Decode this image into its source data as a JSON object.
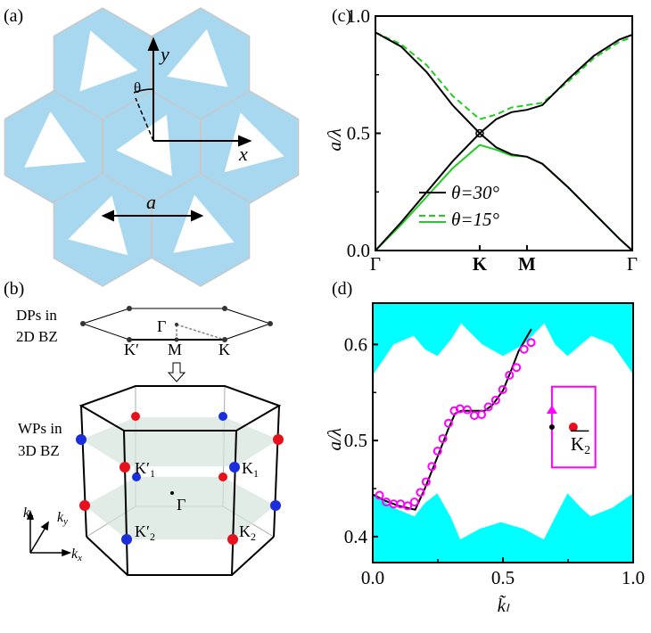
{
  "panel_labels": {
    "a": "(a)",
    "b": "(b)",
    "c": "(c)",
    "d": "(d)"
  },
  "panel_a": {
    "y_axis": "y",
    "x_axis": "x",
    "angle": "θ",
    "lattice_constant": "a",
    "hex_color": "#a8d8f0",
    "hex_edge": "#c8c8c8"
  },
  "panel_b": {
    "dp_line1": "DPs in",
    "dp_line2": "2D BZ",
    "wp_line1": "WPs in",
    "wp_line2": "3D BZ",
    "gamma": "Γ",
    "kprime": "K′",
    "m": "M",
    "k": "K",
    "k1prime": "K′",
    "k1prime_sub": "1",
    "k1": "K",
    "k1_sub": "1",
    "k2prime": "K′",
    "k2prime_sub": "2",
    "k2": "K",
    "k2_sub": "2",
    "gamma3d": "Γ",
    "kz": "k",
    "kz_sub": "z",
    "ky": "k",
    "ky_sub": "y",
    "kx": "k",
    "kx_sub": "x",
    "red": "#e8101a",
    "blue": "#1a2ee0"
  },
  "chart_data": [
    {
      "type": "line",
      "ylabel": "a/λ",
      "ylim": [
        0,
        1
      ],
      "yticks": [
        "0.0",
        "0.5",
        "1.0"
      ],
      "ytick_values": [
        0,
        0.5,
        1
      ],
      "xticks": [
        "Γ",
        "K",
        "M",
        "Γ"
      ],
      "xtick_values": [
        0,
        0.406,
        0.59,
        1
      ],
      "xlim": [
        0,
        1
      ],
      "legend": {
        "position": "bottom-center",
        "entries": [
          "θ=30°",
          "θ=15°"
        ]
      },
      "series": [
        {
          "name": "θ=30°",
          "color": "#000000",
          "style": "solid",
          "upper": [
            [
              0,
              0.93
            ],
            [
              0.1,
              0.87
            ],
            [
              0.2,
              0.76
            ],
            [
              0.3,
              0.62
            ],
            [
              0.406,
              0.5
            ],
            [
              0.47,
              0.56
            ],
            [
              0.53,
              0.59
            ],
            [
              0.59,
              0.6
            ],
            [
              0.65,
              0.62
            ],
            [
              0.75,
              0.73
            ],
            [
              0.85,
              0.83
            ],
            [
              0.95,
              0.9
            ],
            [
              1,
              0.92
            ]
          ],
          "lower": [
            [
              0,
              0
            ],
            [
              0.1,
              0.12
            ],
            [
              0.2,
              0.25
            ],
            [
              0.3,
              0.38
            ],
            [
              0.406,
              0.5
            ],
            [
              0.47,
              0.44
            ],
            [
              0.53,
              0.41
            ],
            [
              0.59,
              0.4
            ],
            [
              0.65,
              0.37
            ],
            [
              0.75,
              0.27
            ],
            [
              0.85,
              0.16
            ],
            [
              0.95,
              0.05
            ],
            [
              1,
              0
            ]
          ]
        },
        {
          "name": "θ=15°",
          "color": "#22cc22",
          "style": "mixed",
          "upper": [
            [
              0,
              0.93
            ],
            [
              0.1,
              0.88
            ],
            [
              0.2,
              0.79
            ],
            [
              0.3,
              0.66
            ],
            [
              0.406,
              0.56
            ],
            [
              0.47,
              0.58
            ],
            [
              0.53,
              0.61
            ],
            [
              0.59,
              0.62
            ],
            [
              0.65,
              0.63
            ],
            [
              0.75,
              0.72
            ],
            [
              0.85,
              0.82
            ],
            [
              0.95,
              0.89
            ],
            [
              1,
              0.91
            ]
          ],
          "lower": [
            [
              0,
              0
            ],
            [
              0.1,
              0.11
            ],
            [
              0.2,
              0.23
            ],
            [
              0.3,
              0.35
            ],
            [
              0.406,
              0.45
            ],
            [
              0.47,
              0.43
            ],
            [
              0.53,
              0.405
            ],
            [
              0.59,
              0.4
            ],
            [
              0.65,
              0.37
            ],
            [
              0.75,
              0.27
            ],
            [
              0.85,
              0.16
            ],
            [
              0.95,
              0.05
            ],
            [
              1,
              0
            ]
          ]
        }
      ],
      "dirac_point": [
        0.406,
        0.5
      ]
    },
    {
      "type": "line",
      "ylabel": "a/λ",
      "xlabel": "k̃ₗ",
      "xlim": [
        0,
        1
      ],
      "ylim": [
        0.373,
        0.643
      ],
      "xticks": [
        "0.0",
        "0.5",
        "1.0"
      ],
      "xtick_values": [
        0,
        0.5,
        1
      ],
      "yticks": [
        "0.4",
        "0.5",
        "0.6"
      ],
      "ytick_values": [
        0.4,
        0.5,
        0.6
      ],
      "band_color": "#00ffff",
      "upper_band_edge": [
        [
          0,
          0.568
        ],
        [
          0.08,
          0.6
        ],
        [
          0.157,
          0.609
        ],
        [
          0.2,
          0.595
        ],
        [
          0.248,
          0.588
        ],
        [
          0.3,
          0.605
        ],
        [
          0.339,
          0.622
        ],
        [
          0.42,
          0.6
        ],
        [
          0.5,
          0.588
        ],
        [
          0.58,
          0.6
        ],
        [
          0.659,
          0.622
        ],
        [
          0.7,
          0.6
        ],
        [
          0.748,
          0.588
        ],
        [
          0.8,
          0.6
        ],
        [
          0.839,
          0.609
        ],
        [
          0.92,
          0.6
        ],
        [
          1,
          0.569
        ]
      ],
      "lower_band_edge": [
        [
          0,
          0.445
        ],
        [
          0.08,
          0.43
        ],
        [
          0.16,
          0.421
        ],
        [
          0.2,
          0.435
        ],
        [
          0.248,
          0.445
        ],
        [
          0.3,
          0.42
        ],
        [
          0.336,
          0.397
        ],
        [
          0.41,
          0.408
        ],
        [
          0.492,
          0.415
        ],
        [
          0.58,
          0.408
        ],
        [
          0.657,
          0.397
        ],
        [
          0.7,
          0.42
        ],
        [
          0.748,
          0.445
        ],
        [
          0.8,
          0.43
        ],
        [
          0.836,
          0.421
        ],
        [
          0.92,
          0.43
        ],
        [
          1,
          0.445
        ]
      ],
      "surface_state_line": [
        [
          0,
          0.444
        ],
        [
          0.05,
          0.437
        ],
        [
          0.1,
          0.432
        ],
        [
          0.163,
          0.428
        ],
        [
          0.2,
          0.45
        ],
        [
          0.25,
          0.484
        ],
        [
          0.29,
          0.512
        ],
        [
          0.316,
          0.528
        ],
        [
          0.34,
          0.531
        ],
        [
          0.43,
          0.531
        ],
        [
          0.46,
          0.537
        ],
        [
          0.5,
          0.552
        ],
        [
          0.53,
          0.572
        ],
        [
          0.56,
          0.593
        ],
        [
          0.609,
          0.616
        ]
      ],
      "measured_points": [
        [
          0.026,
          0.443
        ],
        [
          0.052,
          0.436
        ],
        [
          0.08,
          0.434
        ],
        [
          0.107,
          0.434
        ],
        [
          0.134,
          0.432
        ],
        [
          0.16,
          0.436
        ],
        [
          0.183,
          0.446
        ],
        [
          0.205,
          0.457
        ],
        [
          0.227,
          0.473
        ],
        [
          0.249,
          0.489
        ],
        [
          0.269,
          0.502
        ],
        [
          0.291,
          0.518
        ],
        [
          0.313,
          0.531
        ],
        [
          0.335,
          0.533
        ],
        [
          0.363,
          0.532
        ],
        [
          0.39,
          0.526
        ],
        [
          0.418,
          0.527
        ],
        [
          0.444,
          0.535
        ],
        [
          0.472,
          0.542
        ],
        [
          0.499,
          0.553
        ],
        [
          0.525,
          0.568
        ],
        [
          0.552,
          0.576
        ],
        [
          0.581,
          0.595
        ],
        [
          0.608,
          0.602
        ]
      ],
      "points_color": "#ff00ff",
      "inset": {
        "label": "K",
        "label_sub": "2",
        "box": [
          0.688,
          0.472,
          0.855,
          0.556
        ],
        "black_dot": [
          0.688,
          0.514
        ],
        "red_dot": [
          0.77,
          0.514
        ]
      }
    }
  ]
}
